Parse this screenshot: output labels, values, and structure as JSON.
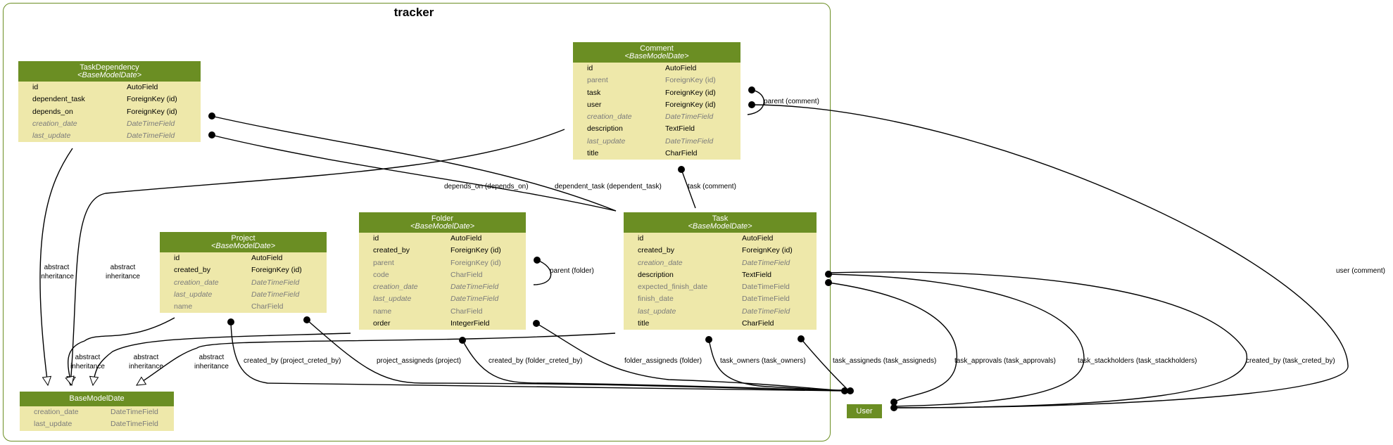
{
  "cluster_title": "tracker",
  "models": {
    "taskdependency": {
      "name": "TaskDependency",
      "base": "<BaseModelDate>",
      "fields": [
        {
          "name": "id",
          "type": "AutoField",
          "style": "req"
        },
        {
          "name": "dependent_task",
          "type": "ForeignKey (id)",
          "style": "req"
        },
        {
          "name": "depends_on",
          "type": "ForeignKey (id)",
          "style": "req"
        },
        {
          "name": "creation_date",
          "type": "DateTimeField",
          "style": "inh-i"
        },
        {
          "name": "last_update",
          "type": "DateTimeField",
          "style": "inh-i"
        }
      ]
    },
    "comment": {
      "name": "Comment",
      "base": "<BaseModelDate>",
      "fields": [
        {
          "name": "id",
          "type": "AutoField",
          "style": "req"
        },
        {
          "name": "parent",
          "type": "ForeignKey (id)",
          "style": "inh"
        },
        {
          "name": "task",
          "type": "ForeignKey (id)",
          "style": "req"
        },
        {
          "name": "user",
          "type": "ForeignKey (id)",
          "style": "req"
        },
        {
          "name": "creation_date",
          "type": "DateTimeField",
          "style": "inh-i"
        },
        {
          "name": "description",
          "type": "TextField",
          "style": "req"
        },
        {
          "name": "last_update",
          "type": "DateTimeField",
          "style": "inh-i"
        },
        {
          "name": "title",
          "type": "CharField",
          "style": "req"
        }
      ]
    },
    "project": {
      "name": "Project",
      "base": "<BaseModelDate>",
      "fields": [
        {
          "name": "id",
          "type": "AutoField",
          "style": "req"
        },
        {
          "name": "created_by",
          "type": "ForeignKey (id)",
          "style": "req"
        },
        {
          "name": "creation_date",
          "type": "DateTimeField",
          "style": "inh-i"
        },
        {
          "name": "last_update",
          "type": "DateTimeField",
          "style": "inh-i"
        },
        {
          "name": "name",
          "type": "CharField",
          "style": "inh"
        }
      ]
    },
    "folder": {
      "name": "Folder",
      "base": "<BaseModelDate>",
      "fields": [
        {
          "name": "id",
          "type": "AutoField",
          "style": "req"
        },
        {
          "name": "created_by",
          "type": "ForeignKey (id)",
          "style": "req"
        },
        {
          "name": "parent",
          "type": "ForeignKey (id)",
          "style": "inh"
        },
        {
          "name": "code",
          "type": "CharField",
          "style": "inh"
        },
        {
          "name": "creation_date",
          "type": "DateTimeField",
          "style": "inh-i"
        },
        {
          "name": "last_update",
          "type": "DateTimeField",
          "style": "inh-i"
        },
        {
          "name": "name",
          "type": "CharField",
          "style": "inh"
        },
        {
          "name": "order",
          "type": "IntegerField",
          "style": "req"
        }
      ]
    },
    "task": {
      "name": "Task",
      "base": "<BaseModelDate>",
      "fields": [
        {
          "name": "id",
          "type": "AutoField",
          "style": "req"
        },
        {
          "name": "created_by",
          "type": "ForeignKey (id)",
          "style": "req"
        },
        {
          "name": "creation_date",
          "type": "DateTimeField",
          "style": "inh-i"
        },
        {
          "name": "description",
          "type": "TextField",
          "style": "req"
        },
        {
          "name": "expected_finish_date",
          "type": "DateTimeField",
          "style": "inh"
        },
        {
          "name": "finish_date",
          "type": "DateTimeField",
          "style": "inh"
        },
        {
          "name": "last_update",
          "type": "DateTimeField",
          "style": "inh-i"
        },
        {
          "name": "title",
          "type": "CharField",
          "style": "req"
        }
      ]
    },
    "basemodeldate": {
      "name": "BaseModelDate",
      "base": "",
      "fields": [
        {
          "name": "creation_date",
          "type": "DateTimeField",
          "style": "inh"
        },
        {
          "name": "last_update",
          "type": "DateTimeField",
          "style": "inh"
        }
      ]
    }
  },
  "user_box": "User",
  "edge_labels": {
    "abstract_inheritance": "abstract\ninheritance",
    "depends_on": "depends_on (depends_on)",
    "dependent_task": "dependent_task (dependent_task)",
    "parent_comment": "parent (comment)",
    "task_comment": "task (comment)",
    "user_comment": "user (comment)",
    "parent_folder": "parent (folder)",
    "created_by_project": "created_by (project_creted_by)",
    "project_assigneds": "project_assigneds (project)",
    "created_by_folder": "created_by (folder_creted_by)",
    "folder_assigneds": "folder_assigneds (folder)",
    "task_owners": "task_owners (task_owners)",
    "task_assigneds": "task_assigneds (task_assigneds)",
    "task_approvals": "task_approvals (task_approvals)",
    "task_stackholders": "task_stackholders (task_stackholders)",
    "created_by_task": "created_by (task_creted_by)"
  },
  "colors": {
    "header": "#6b8e23",
    "body": "#eee8aa",
    "cluster_border": "#6b8e23"
  }
}
